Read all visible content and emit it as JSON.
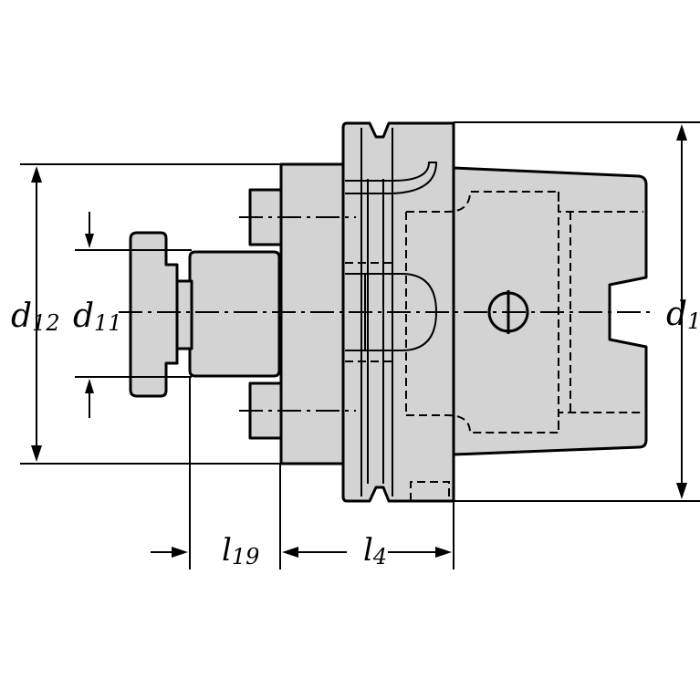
{
  "colors": {
    "body_fill": "#d3d3d3",
    "stroke": "#000000",
    "background": "#ffffff"
  },
  "labels": {
    "d12": {
      "main": "d",
      "sub": "12"
    },
    "d11": {
      "main": "d",
      "sub": "11"
    },
    "d1": {
      "main": "d",
      "sub": "1"
    },
    "l19": {
      "main": "l",
      "sub": "19"
    },
    "l4": {
      "main": "l",
      "sub": "4"
    }
  }
}
